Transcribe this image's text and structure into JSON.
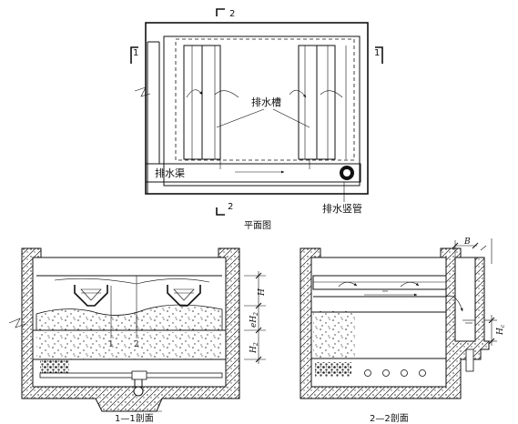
{
  "plan": {
    "caption": "平面图",
    "trough_label": "排水槽",
    "channel_label": "排水渠",
    "vertical_pipe_label": "排水竖管",
    "section_mark_1": "1",
    "section_mark_2": "2"
  },
  "section_1": {
    "caption": "1—1剖面",
    "callout_1": "1",
    "callout_2": "2",
    "dim_H": "H",
    "dim_eH2": "eH",
    "dim_eH2_sub": "2",
    "dim_H2": "H",
    "dim_H2_sub": "2"
  },
  "section_2": {
    "caption": "2—2剖面",
    "dim_B": "B",
    "dim_Hc": "H",
    "dim_Hc_sub": "c"
  }
}
